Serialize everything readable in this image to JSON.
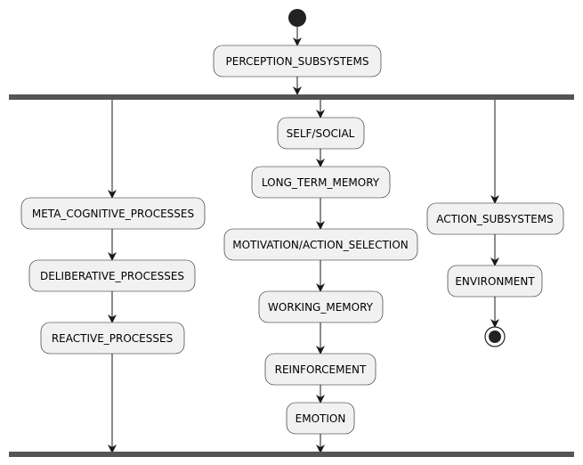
{
  "nodes": {
    "perception": "PERCEPTION_SUBSYSTEMS",
    "meta_cognitive": "META_COGNITIVE_PROCESSES",
    "deliberative": "DELIBERATIVE_PROCESSES",
    "reactive": "REACTIVE_PROCESSES",
    "self_social": "SELF/SOCIAL",
    "long_term_memory": "LONG_TERM_MEMORY",
    "motivation": "MOTIVATION/ACTION_SELECTION",
    "working_memory": "WORKING_MEMORY",
    "reinforcement": "REINFORCEMENT",
    "emotion": "EMOTION",
    "action_subsystems": "ACTION_SUBSYSTEMS",
    "environment": "ENVIRONMENT"
  }
}
